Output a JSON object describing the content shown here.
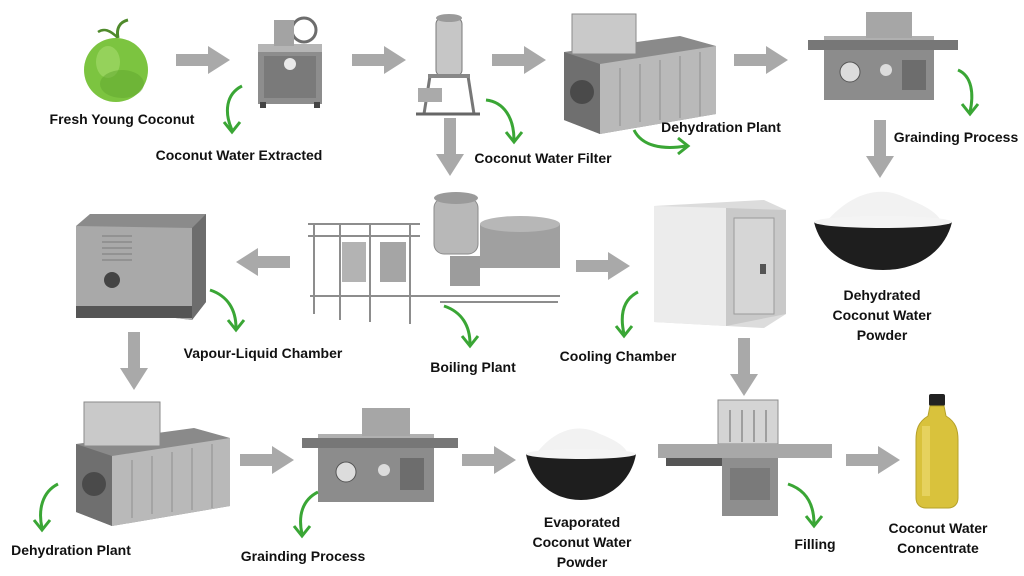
{
  "colors": {
    "text": "#111111",
    "flow_arrow": "#a9a9a9",
    "label_arrow": "#3aa635",
    "coconut": "#7cc440",
    "concentrate": "#d9c23c"
  },
  "nodes": {
    "fresh_coconut": {
      "label": "Fresh Young Coconut",
      "icon": "coconut-icon"
    },
    "water_extracted": {
      "label": "Coconut Water Extracted",
      "icon": "extractor-machine-icon"
    },
    "water_filter": {
      "label": "Coconut Water Filter",
      "icon": "filter-tank-icon"
    },
    "dehydration_top": {
      "label": "Dehydration Plant",
      "icon": "dehydration-plant-icon"
    },
    "grinding_top": {
      "label": "Grainding Process",
      "icon": "grinding-machine-icon"
    },
    "dehydrated_powder": {
      "label": "Dehydrated\nCoconut Water\nPowder",
      "icon": "powder-bowl-icon"
    },
    "cooling_chamber": {
      "label": "Cooling Chamber",
      "icon": "cold-room-icon"
    },
    "boiling_plant": {
      "label": "Boiling Plant",
      "icon": "boiling-plant-icon"
    },
    "vapour_chamber": {
      "label": "Vapour-Liquid Chamber",
      "icon": "vapour-chamber-icon"
    },
    "dehydration_bottom": {
      "label": "Dehydration Plant",
      "icon": "dehydration-plant-icon"
    },
    "grinding_bottom": {
      "label": "Grainding Process",
      "icon": "grinding-machine-icon"
    },
    "evaporated_powder": {
      "label": "Evaporated\nCoconut Water\nPowder",
      "icon": "powder-bowl-icon"
    },
    "filling": {
      "label": "Filling",
      "icon": "filling-machine-icon"
    },
    "concentrate": {
      "label": "Coconut Water\nConcentrate",
      "icon": "bottle-icon"
    }
  }
}
